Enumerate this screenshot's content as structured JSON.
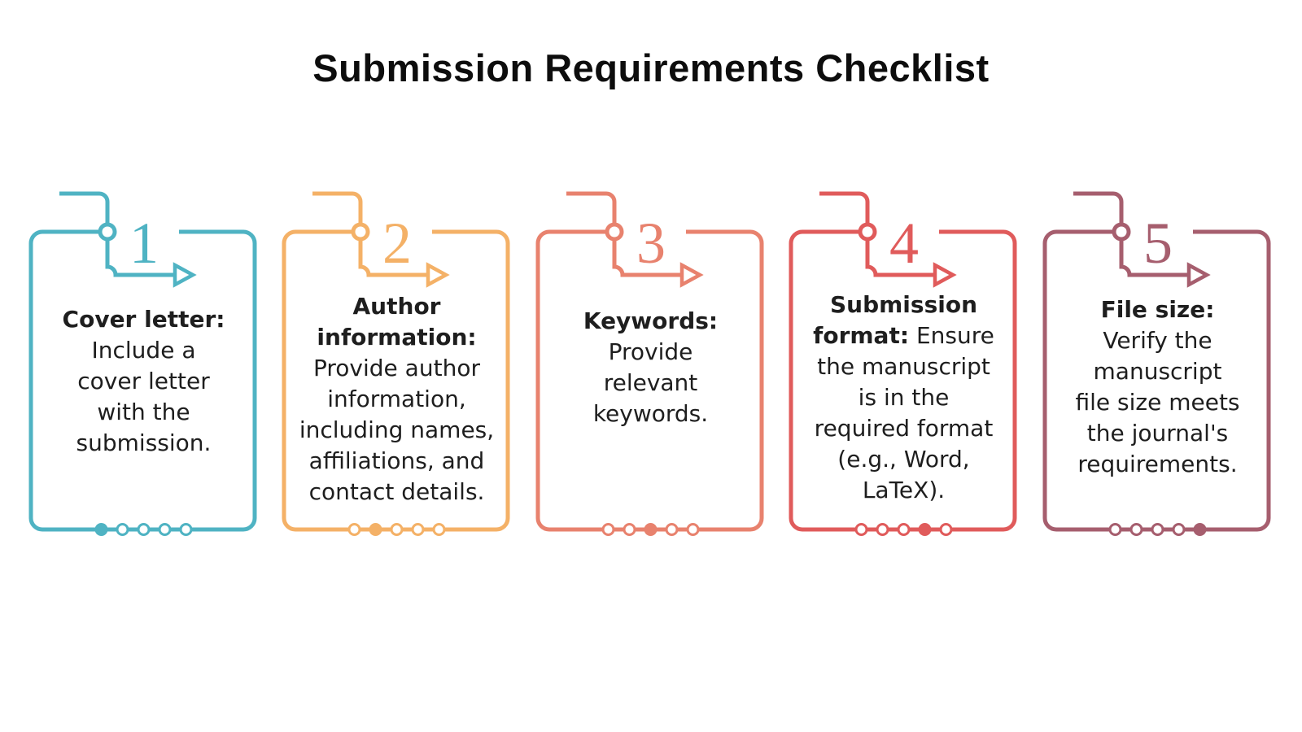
{
  "title": "Submission Requirements Checklist",
  "background": "#ffffff",
  "text_color": "#1e1e1e",
  "cards": [
    {
      "number": "1",
      "color": "#4FB3C3",
      "lines": [
        [
          {
            "t": "Cover letter:",
            "b": true
          }
        ],
        [
          {
            "t": "Include a",
            "b": false
          }
        ],
        [
          {
            "t": "cover letter",
            "b": false
          }
        ],
        [
          {
            "t": "with the",
            "b": false
          }
        ],
        [
          {
            "t": "submission.",
            "b": false
          }
        ]
      ],
      "dots": {
        "count": 5,
        "active_step": 1
      }
    },
    {
      "number": "2",
      "color": "#F4B167",
      "lines": [
        [
          {
            "t": "Author",
            "b": true
          }
        ],
        [
          {
            "t": "information:",
            "b": true
          }
        ],
        [
          {
            "t": "Provide author",
            "b": false
          }
        ],
        [
          {
            "t": "information,",
            "b": false
          }
        ],
        [
          {
            "t": "including names,",
            "b": false
          }
        ],
        [
          {
            "t": "affiliations, and",
            "b": false
          }
        ],
        [
          {
            "t": "contact details.",
            "b": false
          }
        ]
      ],
      "dots": {
        "count": 5,
        "active_step": 2
      }
    },
    {
      "number": "3",
      "color": "#E8826E",
      "lines": [
        [
          {
            "t": "Keywords:",
            "b": true
          }
        ],
        [
          {
            "t": "Provide",
            "b": false
          }
        ],
        [
          {
            "t": "relevant",
            "b": false
          }
        ],
        [
          {
            "t": "keywords.",
            "b": false
          }
        ]
      ],
      "dots": {
        "count": 5,
        "active_step": 3
      }
    },
    {
      "number": "4",
      "color": "#E05B5B",
      "lines": [
        [
          {
            "t": "Submission",
            "b": true
          }
        ],
        [
          {
            "t": "format:",
            "b": true
          },
          {
            "t": " Ensure",
            "b": false
          }
        ],
        [
          {
            "t": "the manuscript",
            "b": false
          }
        ],
        [
          {
            "t": "is in the",
            "b": false
          }
        ],
        [
          {
            "t": "required format",
            "b": false
          }
        ],
        [
          {
            "t": "(e.g., Word,",
            "b": false
          }
        ],
        [
          {
            "t": "LaTeX).",
            "b": false
          }
        ]
      ],
      "dots": {
        "count": 5,
        "active_step": 4
      }
    },
    {
      "number": "5",
      "color": "#A65E6E",
      "lines": [
        [
          {
            "t": "File size:",
            "b": true
          }
        ],
        [
          {
            "t": "Verify the",
            "b": false
          }
        ],
        [
          {
            "t": "manuscript",
            "b": false
          }
        ],
        [
          {
            "t": "file size meets",
            "b": false
          }
        ],
        [
          {
            "t": "the journal's",
            "b": false
          }
        ],
        [
          {
            "t": "requirements.",
            "b": false
          }
        ]
      ],
      "dots": {
        "count": 5,
        "active_step": 5
      }
    }
  ]
}
